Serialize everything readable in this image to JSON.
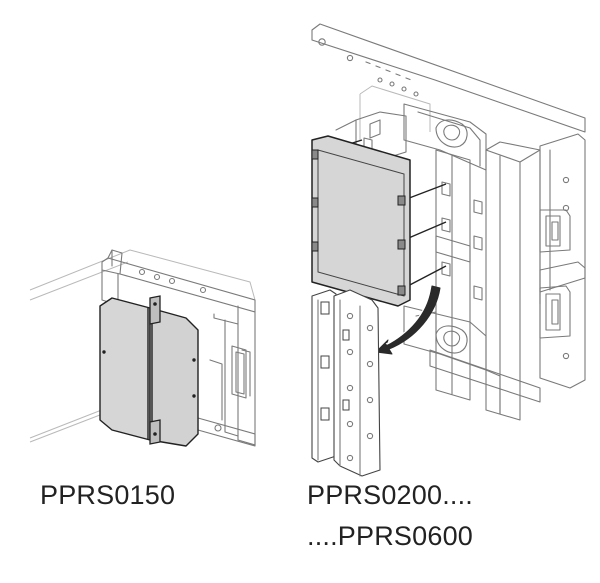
{
  "labels": {
    "left": "PPRS0150",
    "right_line1": "PPRS0200....",
    "right_line2": "....PPRS0600"
  },
  "colors": {
    "panel_fill": "#d6d6d6",
    "panel_stroke": "#222222",
    "frame_stroke": "#7a7a7a",
    "arrow_fill": "#2a2a2a",
    "background": "#ffffff"
  }
}
